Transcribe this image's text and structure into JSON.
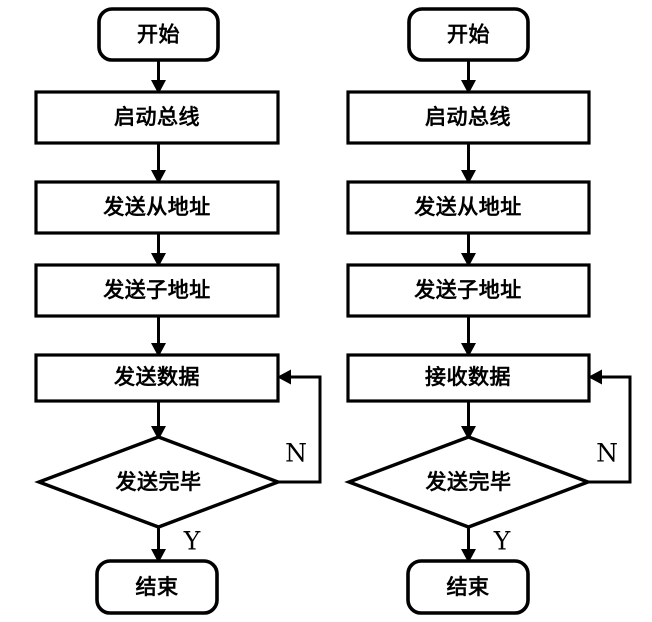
{
  "figure": {
    "type": "flowchart-pair",
    "background_color": "#ffffff",
    "line_color": "#000000",
    "text_color": "#000000"
  },
  "charts": [
    {
      "id": "left-flowchart",
      "name": "send-data-flowchart",
      "nodes": [
        {
          "id": "l-start",
          "shape": "terminator",
          "label": "开始"
        },
        {
          "id": "l-bus",
          "shape": "process",
          "label": "启动总线"
        },
        {
          "id": "l-slave",
          "shape": "process",
          "label": "发送从地址"
        },
        {
          "id": "l-sub",
          "shape": "process",
          "label": "发送子地址"
        },
        {
          "id": "l-data",
          "shape": "process",
          "label": "发送数据"
        },
        {
          "id": "l-check",
          "shape": "decision",
          "label": "发送完毕"
        },
        {
          "id": "l-end",
          "shape": "terminator",
          "label": "结束"
        }
      ],
      "edges": [
        {
          "from": "l-start",
          "to": "l-bus",
          "label": ""
        },
        {
          "from": "l-bus",
          "to": "l-slave",
          "label": ""
        },
        {
          "from": "l-slave",
          "to": "l-sub",
          "label": ""
        },
        {
          "from": "l-sub",
          "to": "l-data",
          "label": ""
        },
        {
          "from": "l-data",
          "to": "l-check",
          "label": ""
        },
        {
          "from": "l-check",
          "to": "l-data",
          "label": "N"
        },
        {
          "from": "l-check",
          "to": "l-end",
          "label": "Y"
        }
      ],
      "branch_labels": {
        "no": "N",
        "yes": "Y"
      }
    },
    {
      "id": "right-flowchart",
      "name": "receive-data-flowchart",
      "nodes": [
        {
          "id": "r-start",
          "shape": "terminator",
          "label": "开始"
        },
        {
          "id": "r-bus",
          "shape": "process",
          "label": "启动总线"
        },
        {
          "id": "r-slave",
          "shape": "process",
          "label": "发送从地址"
        },
        {
          "id": "r-sub",
          "shape": "process",
          "label": "发送子地址"
        },
        {
          "id": "r-data",
          "shape": "process",
          "label": "接收数据"
        },
        {
          "id": "r-check",
          "shape": "decision",
          "label": "发送完毕"
        },
        {
          "id": "r-end",
          "shape": "terminator",
          "label": "结束"
        }
      ],
      "edges": [
        {
          "from": "r-start",
          "to": "r-bus",
          "label": ""
        },
        {
          "from": "r-bus",
          "to": "r-slave",
          "label": ""
        },
        {
          "from": "r-slave",
          "to": "r-sub",
          "label": ""
        },
        {
          "from": "r-sub",
          "to": "r-data",
          "label": ""
        },
        {
          "from": "r-data",
          "to": "r-check",
          "label": ""
        },
        {
          "from": "r-check",
          "to": "r-data",
          "label": "N"
        },
        {
          "from": "r-check",
          "to": "r-end",
          "label": "Y"
        }
      ],
      "branch_labels": {
        "no": "N",
        "yes": "Y"
      }
    }
  ]
}
